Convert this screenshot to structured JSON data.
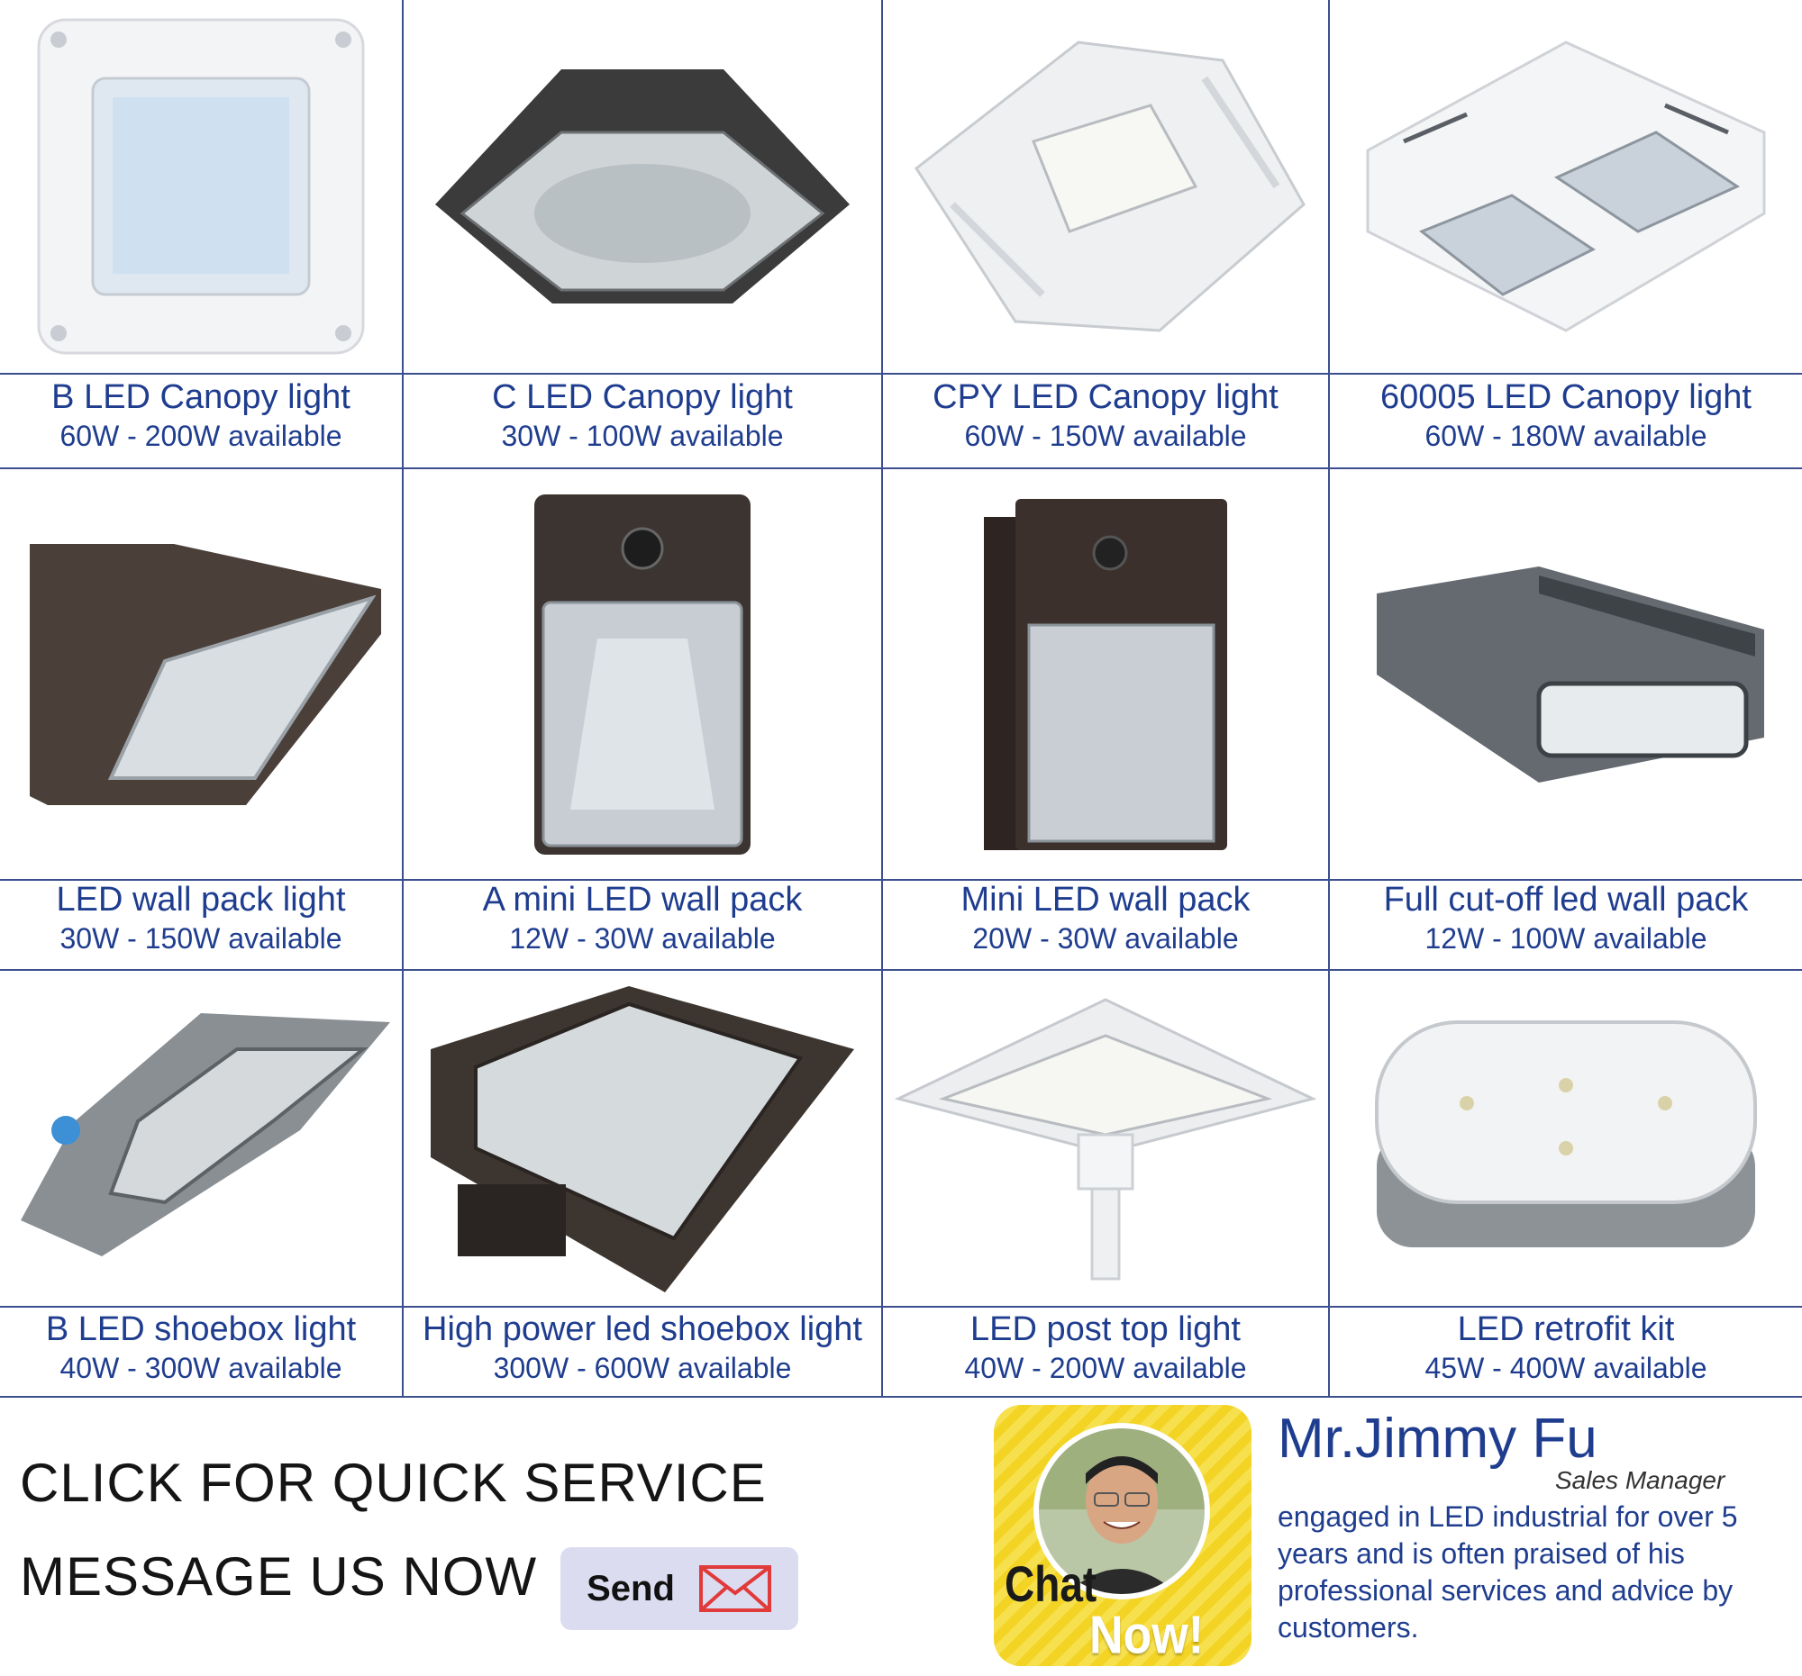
{
  "colors": {
    "caption_text": "#1f3d8f",
    "grid_line": "#3b4f8f",
    "send_button_bg": "#dcdcf0",
    "chat_badge_yellow": "#f3d425",
    "envelope": "#e03a3a"
  },
  "products": [
    {
      "name": "B  LED Canopy light",
      "power": "60W - 200W available",
      "icon": "canopy-light-flat-icon"
    },
    {
      "name": "C  LED Canopy light",
      "power": "30W - 100W available",
      "icon": "canopy-light-dark-icon"
    },
    {
      "name": "CPY  LED Canopy light",
      "power": "60W - 150W available",
      "icon": "canopy-light-finned-icon"
    },
    {
      "name": "60005 LED Canopy light",
      "power": "60W - 180W available",
      "icon": "canopy-light-box-icon"
    },
    {
      "name": "LED wall pack light",
      "power": "30W - 150W available",
      "icon": "wall-pack-light-icon"
    },
    {
      "name": "A mini LED wall pack",
      "power": "12W - 30W available",
      "icon": "mini-wall-pack-icon"
    },
    {
      "name": "Mini  LED  wall pack",
      "power": "20W - 30W available",
      "icon": "mini-wall-pack-dark-icon"
    },
    {
      "name": "Full cut-off led wall pack",
      "power": "12W - 100W available",
      "icon": "cutoff-wall-pack-icon"
    },
    {
      "name": "B LED shoebox light",
      "power": "40W - 300W available",
      "icon": "shoebox-light-icon"
    },
    {
      "name": "High power led shoebox light",
      "power": "300W - 600W available",
      "icon": "high-power-shoebox-icon"
    },
    {
      "name": "LED post top light",
      "power": "40W - 200W available",
      "icon": "post-top-light-icon"
    },
    {
      "name": "LED retrofit kit",
      "power": "45W - 400W available",
      "icon": "retrofit-kit-icon"
    }
  ],
  "service": {
    "quick_service": "CLICK FOR QUICK SERVICE",
    "message_us": "MESSAGE US  NOW",
    "send_label": "Send"
  },
  "chat_badge": {
    "chat": "Chat",
    "now": "Now!"
  },
  "contact": {
    "name": "Mr.Jimmy Fu",
    "role": "Sales Manager",
    "bio": "engaged in LED industrial for over 5 years and is often praised of his professional services and advice by customers."
  }
}
